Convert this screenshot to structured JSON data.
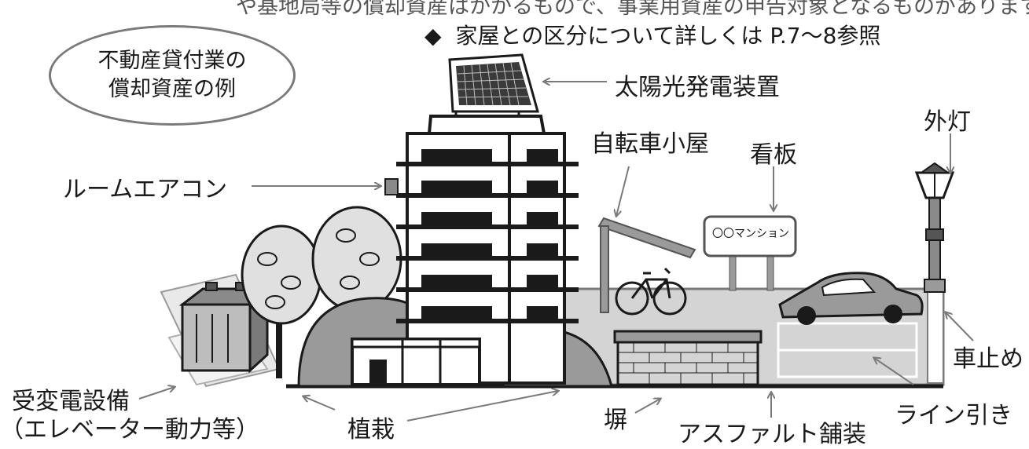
{
  "top_cut_text": "や基地局等の償却資産はかかるもので、事業用資産の申告対象となるものがあります。",
  "note": {
    "bullet": "◆",
    "text": "家屋との区分について詳しくは P.7～8参照"
  },
  "oval": {
    "line1": "不動産貸付業の",
    "line2": "償却資産の例"
  },
  "labels": {
    "solar": "太陽光発電装置",
    "room_ac": "ルームエアコン",
    "bike_shed": "自転車小屋",
    "signboard": "看板",
    "outdoor_light": "外灯",
    "substation_line1": "受変電設備",
    "substation_line2": "（エレベーター動力等）",
    "planting": "植栽",
    "fence": "塀",
    "asphalt": "アスファルト舗装",
    "line_marking": "ライン引き",
    "car_stop": "車止め"
  },
  "sign_text": "〇〇マンション"
}
